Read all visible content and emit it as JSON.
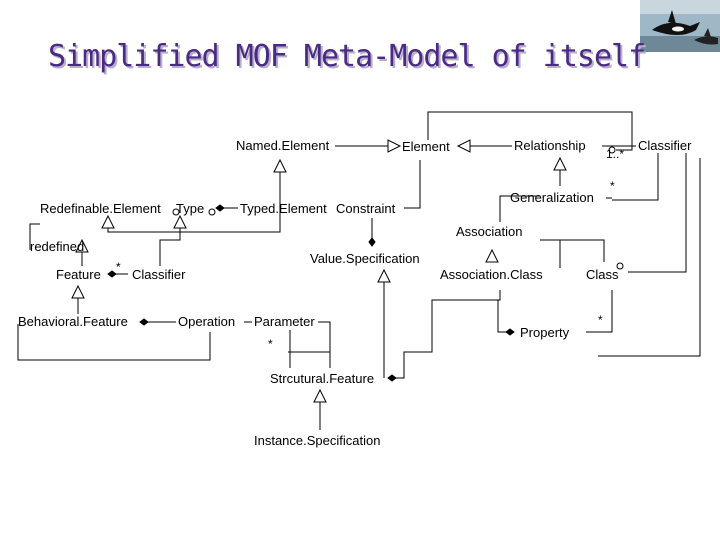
{
  "title": "Simplified MOF Meta-Model of itself",
  "image": {
    "name": "orca-whales-photo"
  },
  "classes": {
    "named_element": "Named.Element",
    "element": "Element",
    "relationship": "Relationship",
    "classifier_top": "Classifier",
    "redefinable_element": "Redefinable.Element",
    "type": "Type",
    "typed_element": "Typed.Element",
    "constraint": "Constraint",
    "generalization": "Generalization",
    "association": "Association",
    "feature": "Feature",
    "classifier": "Classifier",
    "value_specification": "Value.Specification",
    "association_class": "Association.Class",
    "class": "Class",
    "behavioral_feature": "Behavioral.Feature",
    "operation": "Operation",
    "parameter": "Parameter",
    "property": "Property",
    "structural_feature": "Strcutural.Feature",
    "instance_specification": "Instance.Specification"
  },
  "labels": {
    "redefined": "redefined",
    "mult_feature_classifier": "*",
    "mult_relationship": "1..*",
    "mult_generalization": "*",
    "mult_parameter": "*",
    "mult_property": "*"
  }
}
